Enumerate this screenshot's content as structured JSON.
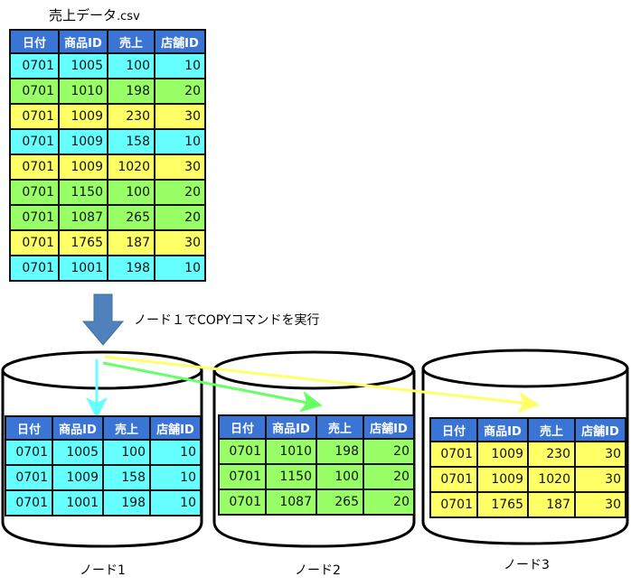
{
  "source": {
    "filename": "売上データ",
    "extension": ".csv",
    "headers": [
      "日付",
      "商品ID",
      "売上",
      "店舗ID"
    ],
    "rows": [
      {
        "date": "0701",
        "product_id": "1005",
        "sales": "100",
        "store_id": "10",
        "color": "cyan"
      },
      {
        "date": "0701",
        "product_id": "1010",
        "sales": "198",
        "store_id": "20",
        "color": "green"
      },
      {
        "date": "0701",
        "product_id": "1009",
        "sales": "230",
        "store_id": "30",
        "color": "yellow"
      },
      {
        "date": "0701",
        "product_id": "1009",
        "sales": "158",
        "store_id": "10",
        "color": "cyan"
      },
      {
        "date": "0701",
        "product_id": "1009",
        "sales": "1020",
        "store_id": "30",
        "color": "yellow"
      },
      {
        "date": "0701",
        "product_id": "1150",
        "sales": "100",
        "store_id": "20",
        "color": "green"
      },
      {
        "date": "0701",
        "product_id": "1087",
        "sales": "265",
        "store_id": "20",
        "color": "green"
      },
      {
        "date": "0701",
        "product_id": "1765",
        "sales": "187",
        "store_id": "30",
        "color": "yellow"
      },
      {
        "date": "0701",
        "product_id": "1001",
        "sales": "198",
        "store_id": "10",
        "color": "cyan"
      }
    ]
  },
  "action": {
    "caption": "ノード１でCOPYコマンドを実行",
    "icon": "down-arrow-icon"
  },
  "nodes": [
    {
      "label": "ノード1",
      "color": "cyan",
      "rows": [
        {
          "date": "0701",
          "product_id": "1005",
          "sales": "100",
          "store_id": "10"
        },
        {
          "date": "0701",
          "product_id": "1009",
          "sales": "158",
          "store_id": "10"
        },
        {
          "date": "0701",
          "product_id": "1001",
          "sales": "198",
          "store_id": "10"
        }
      ]
    },
    {
      "label": "ノード2",
      "color": "green",
      "rows": [
        {
          "date": "0701",
          "product_id": "1010",
          "sales": "198",
          "store_id": "20"
        },
        {
          "date": "0701",
          "product_id": "1150",
          "sales": "100",
          "store_id": "20"
        },
        {
          "date": "0701",
          "product_id": "1087",
          "sales": "265",
          "store_id": "20"
        }
      ]
    },
    {
      "label": "ノード3",
      "color": "yellow",
      "rows": [
        {
          "date": "0701",
          "product_id": "1009",
          "sales": "230",
          "store_id": "30"
        },
        {
          "date": "0701",
          "product_id": "1009",
          "sales": "1020",
          "store_id": "30"
        },
        {
          "date": "0701",
          "product_id": "1765",
          "sales": "187",
          "store_id": "30"
        }
      ]
    }
  ],
  "colors": {
    "header": "#3a75d6",
    "cyan": "#66ffff",
    "green": "#99ff66",
    "yellow": "#ffff66",
    "arrow_main": "#4f81bd",
    "arrow_cyan": "#66ffff",
    "arrow_green": "#66ff66",
    "arrow_yellow": "#ffff66"
  }
}
